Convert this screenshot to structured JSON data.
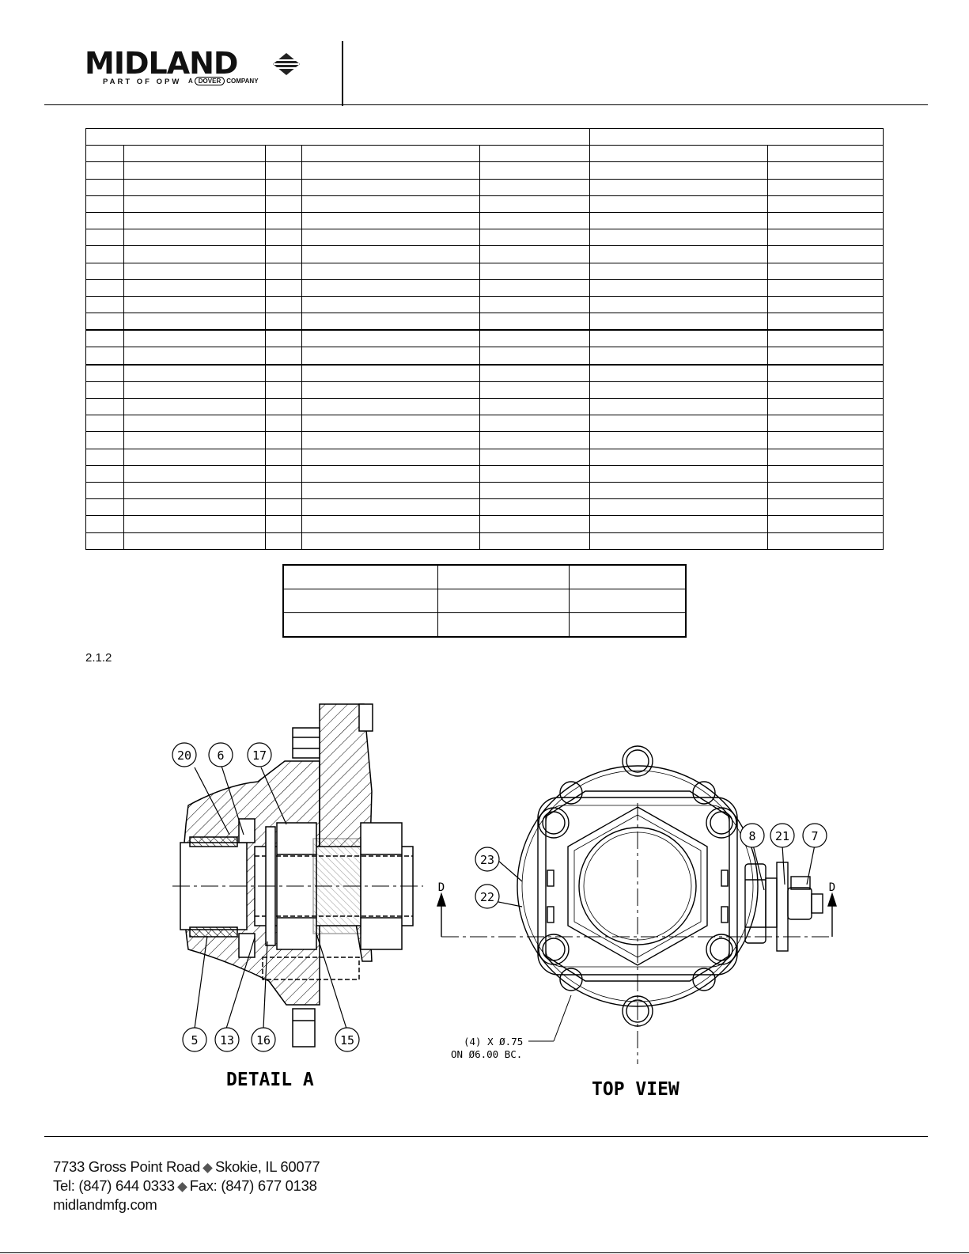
{
  "header": {
    "logo_text": "MIDLAND",
    "logo_tagline": "PART OF OPW",
    "logo_parent_prefix": "A",
    "logo_parent_name": "DOVER",
    "logo_parent_suffix": "COMPANY"
  },
  "bom_table": {
    "rows": 25
  },
  "section": {
    "number": "2.1.2"
  },
  "drawing": {
    "detail_title": "DETAIL A",
    "top_view_title": "TOP VIEW",
    "section_marker": "D",
    "bolt_callout_line1": "(4) X Ø.75",
    "bolt_callout_line2": "ON Ø6.00 BC.",
    "detail_balloons": [
      "20",
      "6",
      "17",
      "5",
      "13",
      "16",
      "15"
    ],
    "top_balloons": [
      "23",
      "22",
      "8",
      "21",
      "7"
    ]
  },
  "footer": {
    "address_street": "7733 Gross Point Road",
    "address_city": "Skokie, IL 60077",
    "tel": "Tel: (847) 644 0333",
    "fax": "Fax: (847) 677 0138",
    "website": "midlandmfg.com"
  }
}
